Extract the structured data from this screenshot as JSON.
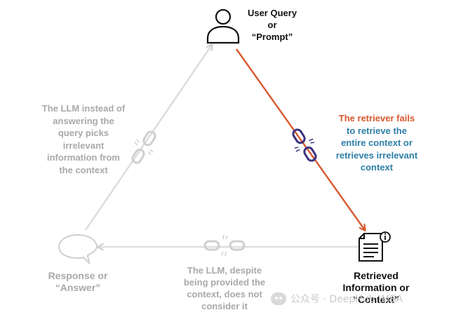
{
  "nodes": {
    "user_query": {
      "line1": "User Query",
      "line2": "or",
      "line3": "“Prompt”"
    },
    "retrieved": {
      "line1": "Retrieved",
      "line2": "Information or",
      "line3": "“Context”"
    },
    "response": {
      "line1": "Response or",
      "line2": "“Answer”"
    }
  },
  "edges": {
    "left": {
      "line1": "The LLM instead of",
      "line2": "answering the",
      "line3": "query picks",
      "line4": "irrelevant",
      "line5": "information from",
      "line6": "the context"
    },
    "right": {
      "line1": "The retriever fails",
      "line2": "to retrieve the",
      "line3": "entire context or",
      "line4": "retrieves irrelevant",
      "line5": "context"
    },
    "bottom": {
      "line1": "The LLM, despite",
      "line2": "being provided the",
      "line3": "context, does not",
      "line4": "consider it"
    }
  },
  "watermark": {
    "text": "公众号 · DeepHub IMBA"
  },
  "colors": {
    "active_edge": "#d8582f",
    "inactive_edge": "#dedede",
    "chain_active": "#3a3480",
    "text_blue": "#2d7fa6",
    "text_gray": "#a9a9a9",
    "text_red": "#d8582f"
  },
  "icons": [
    "user-icon",
    "document-icon",
    "info-icon",
    "speech-bubble-icon",
    "broken-chain-icon"
  ]
}
